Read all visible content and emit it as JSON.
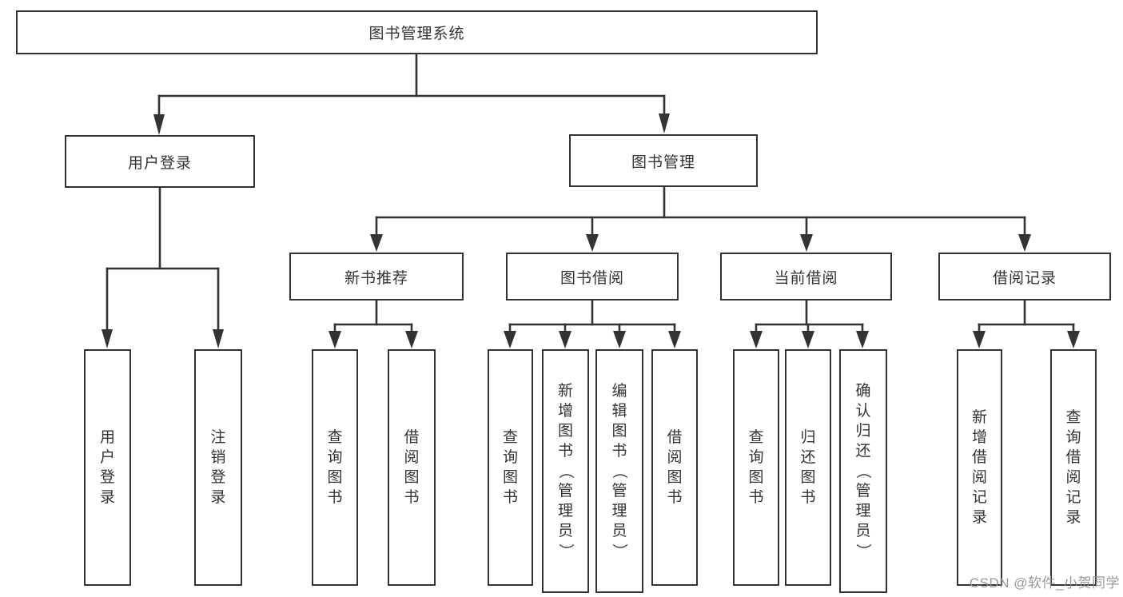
{
  "tree": {
    "root": {
      "label": "图书管理系统"
    },
    "branches": [
      {
        "label": "用户登录",
        "children": [
          {
            "label": "用户登录"
          },
          {
            "label": "注销登录"
          }
        ]
      },
      {
        "label": "图书管理",
        "children": [
          {
            "label": "新书推荐",
            "children": [
              {
                "label": "查询图书"
              },
              {
                "label": "借阅图书"
              }
            ]
          },
          {
            "label": "图书借阅",
            "children": [
              {
                "label": "查询图书"
              },
              {
                "label": "新增图书（管理员）"
              },
              {
                "label": "编辑图书（管理员）"
              },
              {
                "label": "借阅图书"
              }
            ]
          },
          {
            "label": "当前借阅",
            "children": [
              {
                "label": "查询图书"
              },
              {
                "label": "归还图书"
              },
              {
                "label": "确认归还（管理员）"
              }
            ]
          },
          {
            "label": "借阅记录",
            "children": [
              {
                "label": "新增借阅记录"
              },
              {
                "label": "查询借阅记录"
              }
            ]
          }
        ]
      }
    ]
  },
  "colors": {
    "line": "#333333",
    "text": "#333333",
    "watermark": "#949494"
  },
  "watermark": "CSDN @软件_小贺同学"
}
